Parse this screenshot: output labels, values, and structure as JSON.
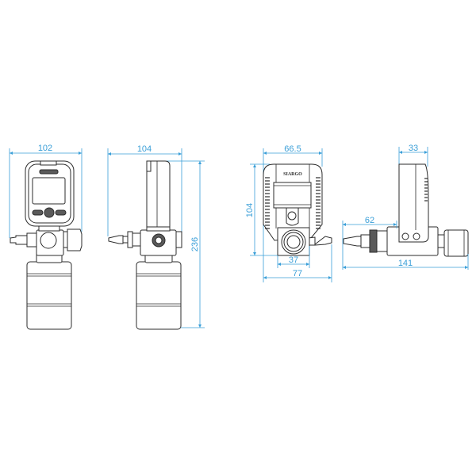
{
  "colors": {
    "dimension": "#3a9fd8",
    "outline": "#2b2b2b"
  },
  "front_view": {
    "width_label": "102"
  },
  "side_view": {
    "width_label": "104",
    "height_label": "236"
  },
  "top_view": {
    "width_label": "66.5",
    "height_label": "104",
    "logo": "SIARGO",
    "block_width_label": "37",
    "overall_width_label": "77"
  },
  "top_side_view": {
    "width_label": "33",
    "inlet_length_label": "62",
    "overall_length_label": "141"
  }
}
